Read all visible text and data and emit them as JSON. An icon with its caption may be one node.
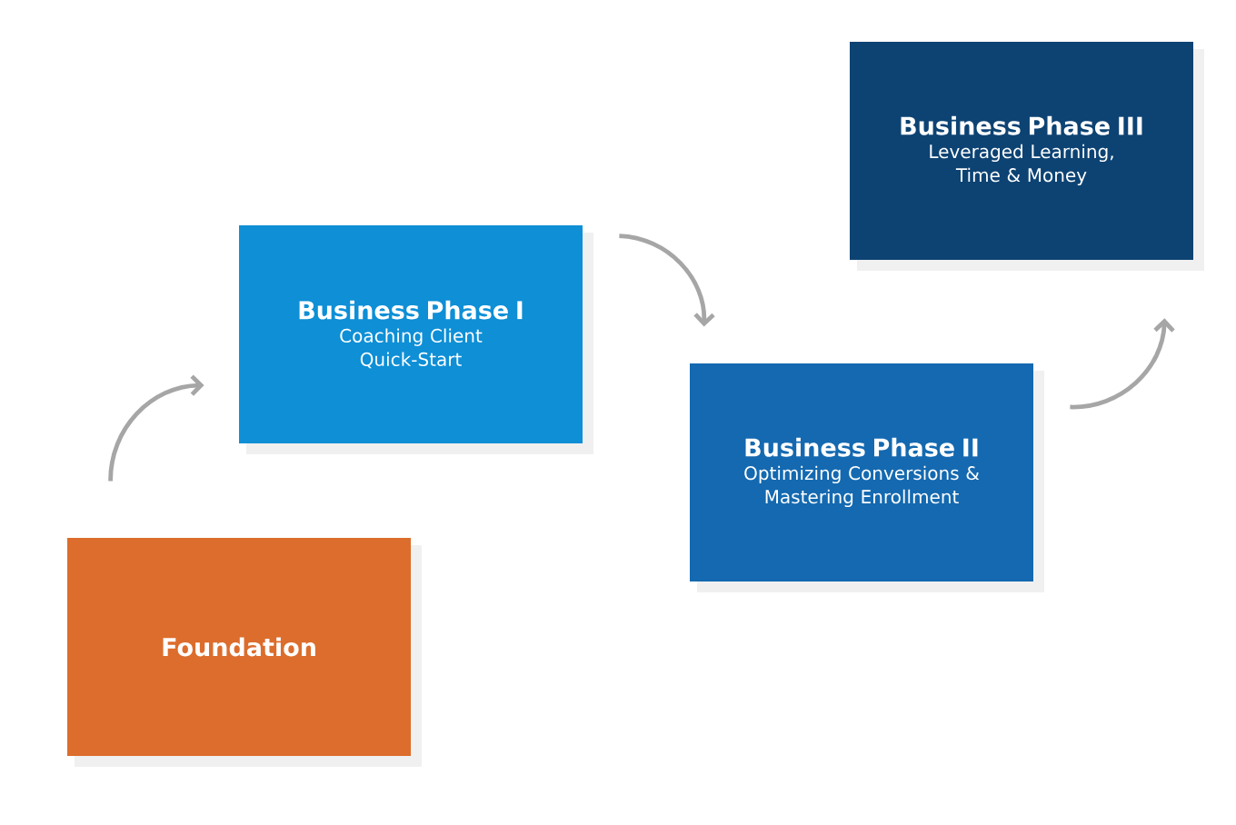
{
  "diagram": {
    "nodes": [
      {
        "text": [
          "Foundation"
        ]
      },
      {
        "text": [
          "Business Phase I",
          "Coaching Client Quick-Start"
        ]
      },
      {
        "text": [
          "Business Phase II",
          "Optimizing Conversions & Mastering Enrollment"
        ]
      },
      {
        "text": [
          "Business Phase III",
          "Leveraged Learning, Time & Money"
        ]
      }
    ],
    "edges": [
      {
        "from": 0,
        "to": 1,
        "arrow": "to"
      },
      {
        "from": 1,
        "to": 2,
        "arrow": "to"
      },
      {
        "from": 2,
        "to": 3,
        "arrow": "to"
      }
    ]
  }
}
